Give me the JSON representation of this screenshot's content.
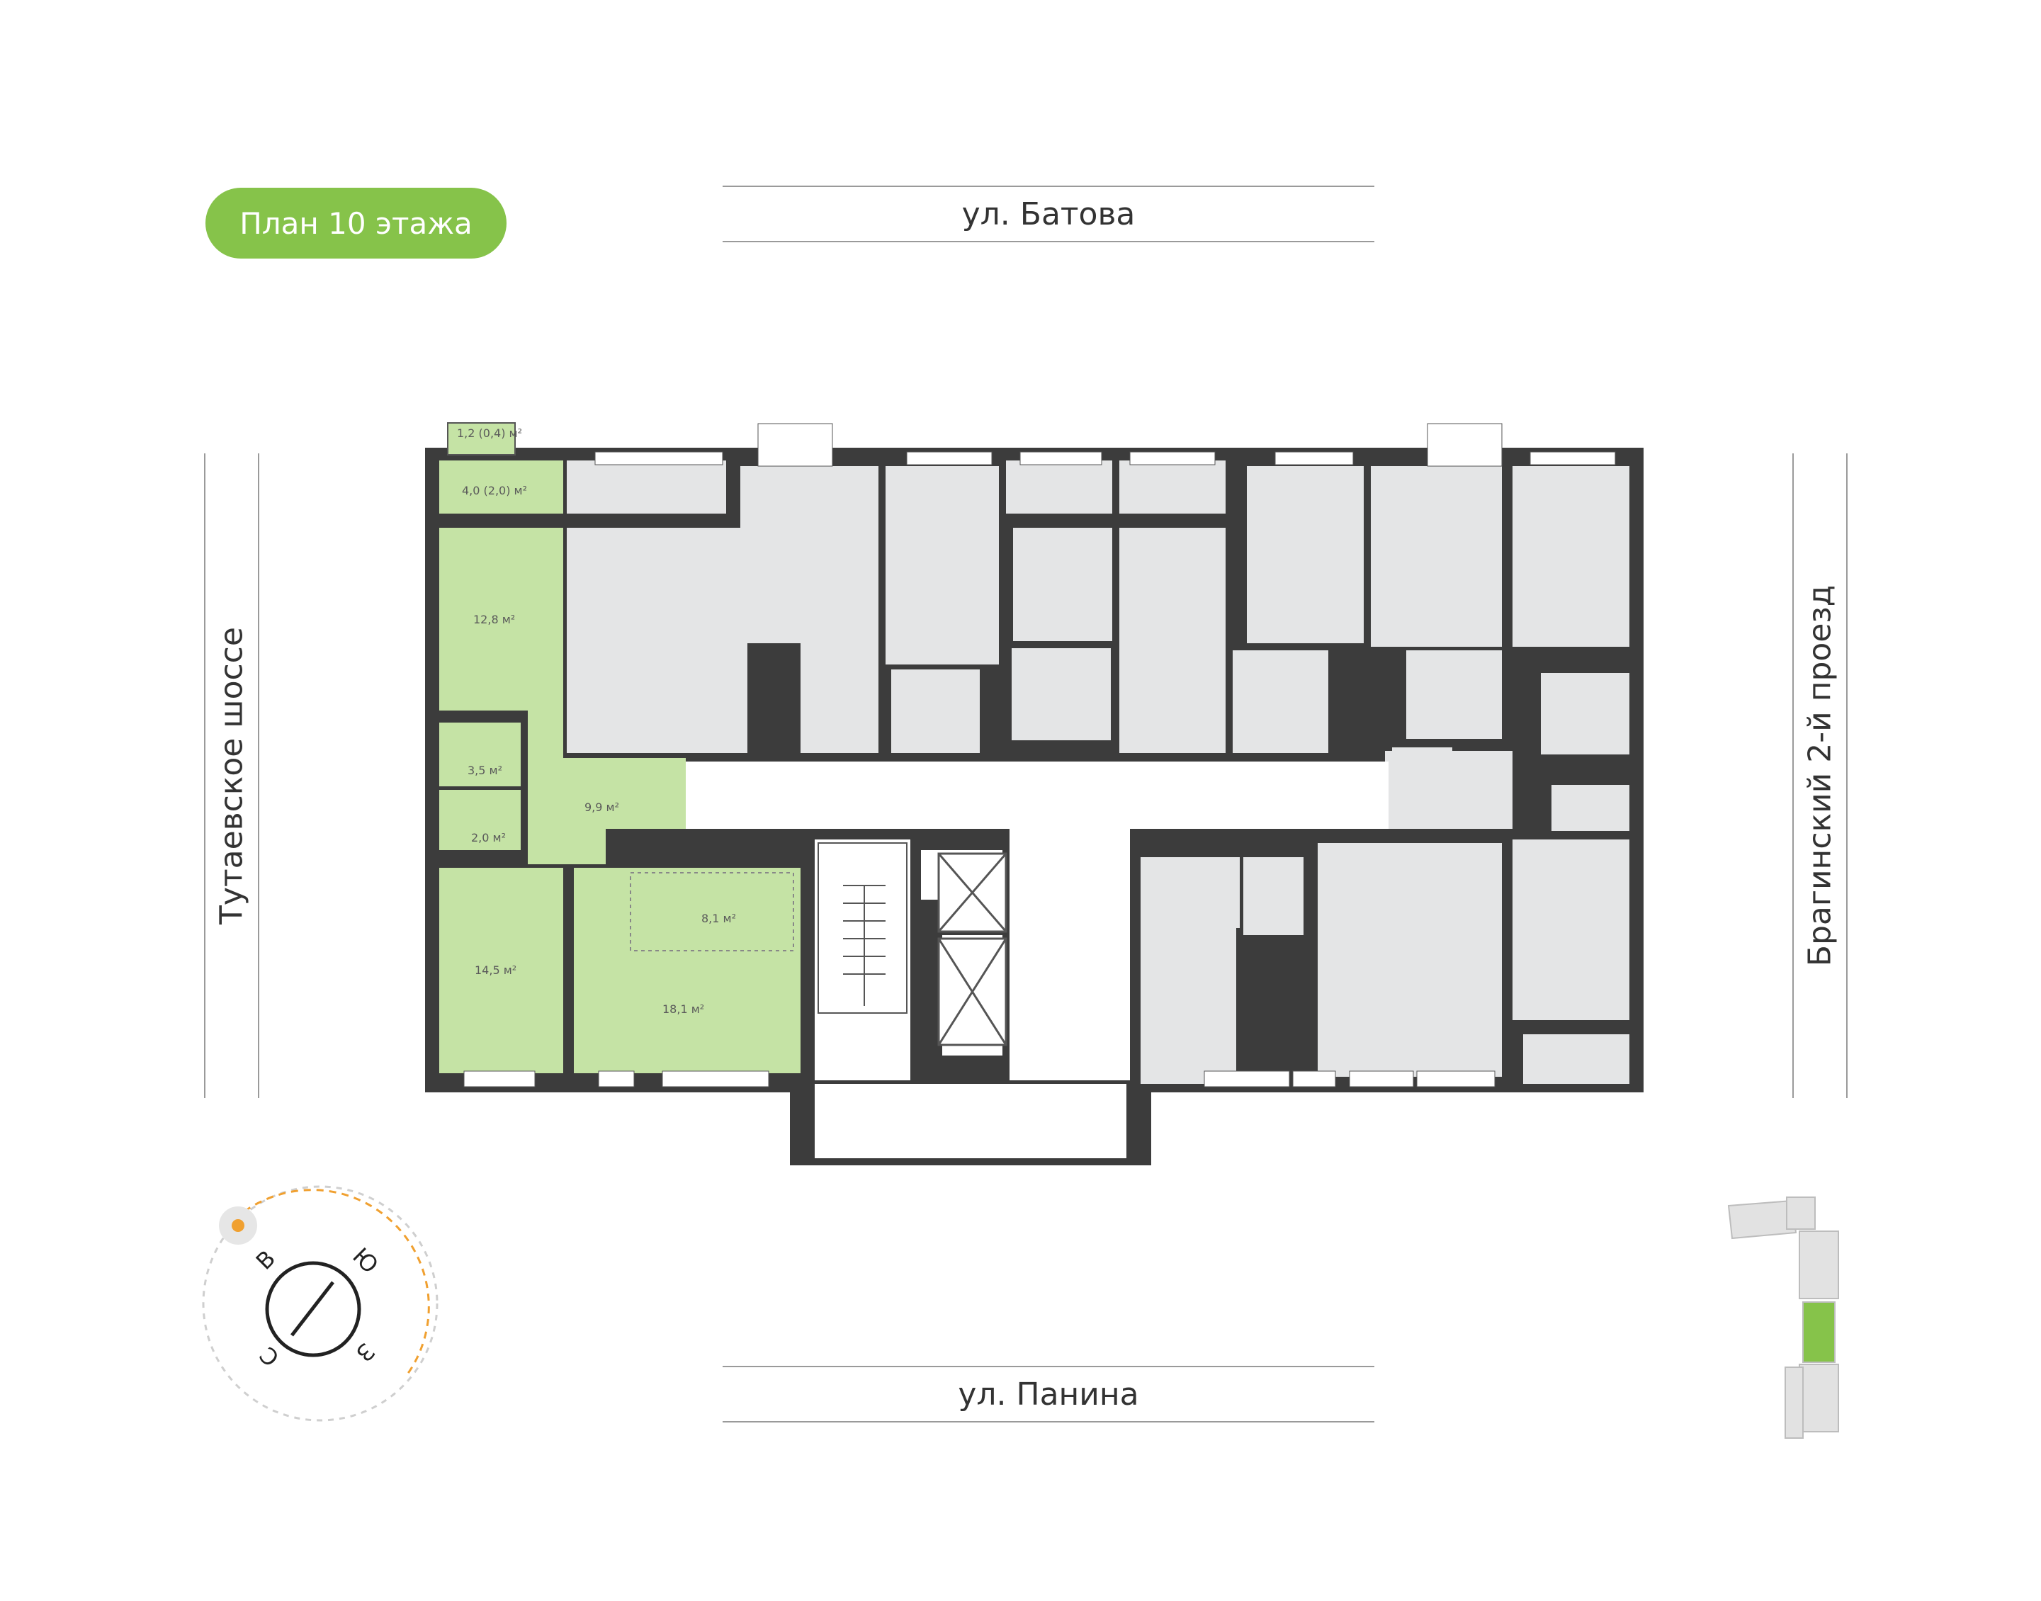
{
  "title": "План 10 этажа",
  "streets": {
    "top": "ул. Батова",
    "bottom": "ул. Панина",
    "left": "Тутаевское шоссе",
    "right": "Брагинский 2-й проезд"
  },
  "apartment": {
    "highlight_color": "#c5e3a5",
    "rooms": [
      {
        "name": "balcony-small",
        "area": "1,2 (0,4) м²"
      },
      {
        "name": "loggia",
        "area": "4,0 (2,0) м²"
      },
      {
        "name": "bedroom-1",
        "area": "12,8 м²"
      },
      {
        "name": "bathroom",
        "area": "3,5 м²"
      },
      {
        "name": "toilet",
        "area": "2,0 м²"
      },
      {
        "name": "hall",
        "area": "9,9 м²"
      },
      {
        "name": "kitchen",
        "area": "8,1 м²"
      },
      {
        "name": "bedroom-2",
        "area": "14,5 м²"
      },
      {
        "name": "living-room",
        "area": "18,1 м²"
      }
    ]
  },
  "compass": {
    "labels": [
      "В",
      "Ю",
      "С",
      "З"
    ],
    "sun_icon": "sun-icon",
    "accent_color": "#f0a030"
  },
  "colors": {
    "badge": "#86c34a",
    "wall": "#3c3c3c",
    "room": "#e4e5e6",
    "selected": "#c5e3a5",
    "site_plan_selected": "#86c34a"
  }
}
